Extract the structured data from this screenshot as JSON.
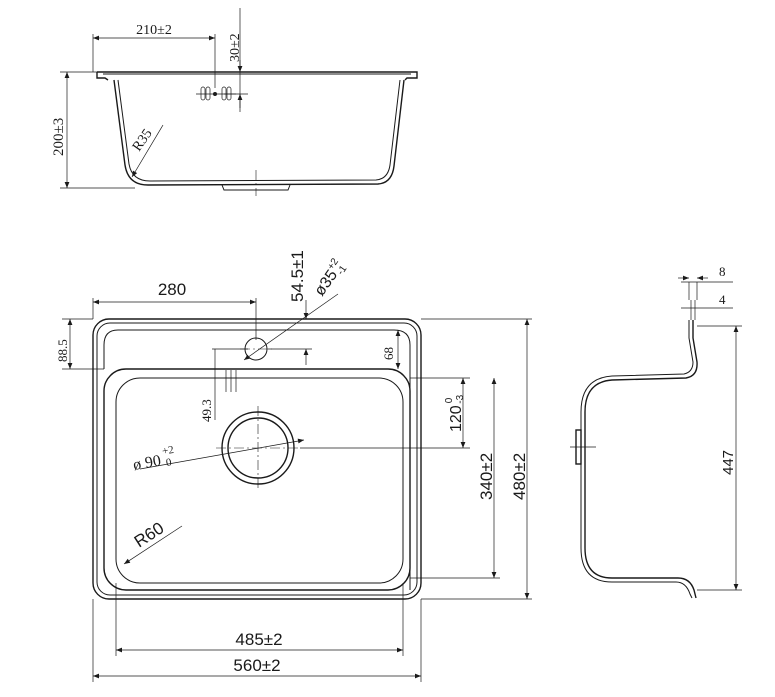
{
  "drawing": {
    "side_view": {
      "width_to_hole": "210±2",
      "hole_height_base": "30",
      "hole_height_tol": "±2",
      "depth": "200±3",
      "corner_radius": "R35"
    },
    "top_view": {
      "tap_hole_x": "280",
      "tap_hole_y": "54.5±1",
      "tap_hole_dia_base": "ø35",
      "tap_hole_dia_tol_upper": "+2",
      "tap_hole_dia_tol_lower": "-1",
      "back_ledge": "88.5",
      "ledge_inner": "68",
      "drain_offset": "49.3",
      "drain_dia_base": "ø 90",
      "drain_dia_tol_upper": "+2",
      "drain_dia_tol_lower": "0",
      "drain_center_base": "120",
      "drain_center_tol_upper": "0",
      "drain_center_tol_lower": "-3",
      "bowl_radius": "R60",
      "bowl_length": "340±2",
      "overall_length": "480±2",
      "bowl_width": "485±2",
      "overall_width": "560±2"
    },
    "section_view": {
      "rim_thickness": "8",
      "lip": "4",
      "height": "447"
    }
  }
}
